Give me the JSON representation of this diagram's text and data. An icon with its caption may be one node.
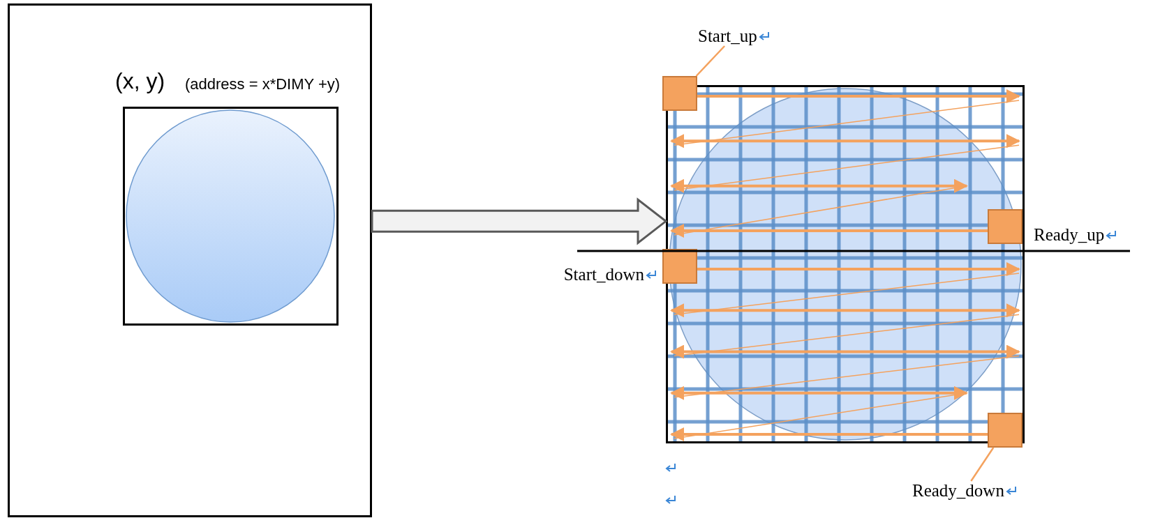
{
  "diagram": {
    "nodes": [
      {
        "text": [],
        "shape": "box"
      },
      {
        "text": [
          "(x, y)",
          "(address = x*DIMY +y)"
        ],
        "in": 0
      },
      {
        "text": [
          "Start_up"
        ]
      },
      {
        "text": [],
        "shape": "box"
      },
      {
        "text": [],
        "shape": "box",
        "in": 3
      },
      {
        "text": [],
        "shape": "box",
        "in": 3,
        "beside": [
          "Ready_up"
        ]
      },
      {
        "text": [],
        "shape": "box",
        "in": 3,
        "beside": [
          "Start_down"
        ]
      },
      {
        "text": [],
        "shape": "box",
        "in": 3
      },
      {
        "text": [
          "Ready_down"
        ]
      }
    ],
    "edges": [
      {
        "from": 0,
        "to": 3,
        "arrow": "to",
        "style": "thick",
        "color": "#595959"
      },
      {
        "from": 2,
        "to": 4,
        "arrow": "none"
      },
      {
        "from": 8,
        "to": 7,
        "arrow": "none"
      },
      {
        "from": 4,
        "to": 5,
        "arrow": "none"
      },
      {
        "from": 6,
        "to": 7,
        "arrow": "none"
      }
    ]
  }
}
